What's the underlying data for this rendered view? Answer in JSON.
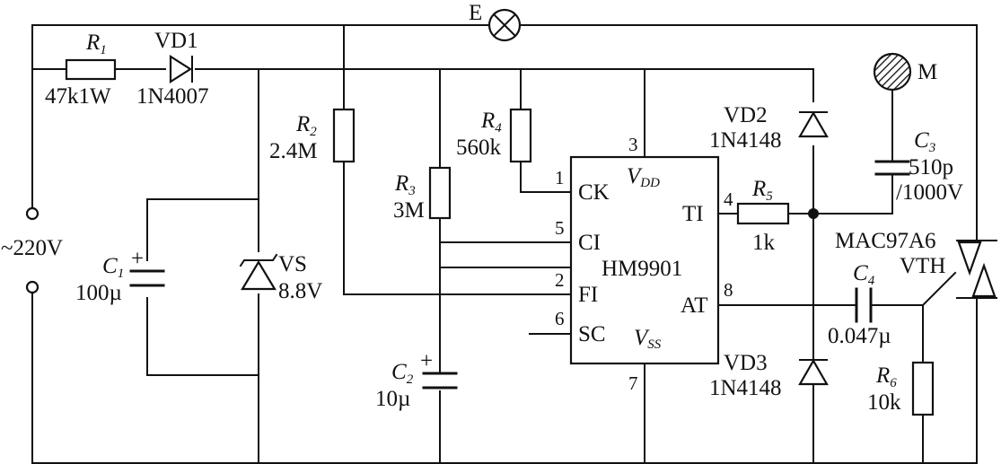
{
  "supply": {
    "label": "~220V"
  },
  "lamp": {
    "label": "E"
  },
  "touch": {
    "label": "M"
  },
  "r1": {
    "name": "R",
    "sub": "1",
    "value": "47k1W"
  },
  "vd1": {
    "name": "VD1",
    "part": "1N4007"
  },
  "r2": {
    "name": "R",
    "sub": "2",
    "value": "2.4M"
  },
  "r3": {
    "name": "R",
    "sub": "3",
    "value": "3M"
  },
  "r4": {
    "name": "R",
    "sub": "4",
    "value": "560k"
  },
  "r5": {
    "name": "R",
    "sub": "5",
    "value": "1k"
  },
  "r6": {
    "name": "R",
    "sub": "6",
    "value": "10k"
  },
  "c1": {
    "name": "C",
    "sub": "1",
    "value": "100µ"
  },
  "c2": {
    "name": "C",
    "sub": "2",
    "value": "10µ"
  },
  "c3": {
    "name": "C",
    "sub": "3",
    "value": "510p",
    "rating": "/1000V"
  },
  "c4": {
    "name": "C",
    "sub": "4",
    "value": "0.047µ"
  },
  "vs": {
    "name": "VS",
    "value": "8.8V"
  },
  "vd2": {
    "name": "VD2",
    "part": "1N4148"
  },
  "vd3": {
    "name": "VD3",
    "part": "1N4148"
  },
  "triac": {
    "part": "MAC97A6",
    "name": "VTH"
  },
  "plus": "+",
  "ic": {
    "name": "HM9901",
    "vdd": {
      "main": "V",
      "sub": "DD"
    },
    "vss": {
      "main": "V",
      "sub": "SS"
    },
    "pins": {
      "ck": {
        "num": "1",
        "label": "CK"
      },
      "fi": {
        "num": "2",
        "label": "FI"
      },
      "vdd": {
        "num": "3"
      },
      "ti": {
        "num": "4",
        "label": "TI"
      },
      "ci": {
        "num": "5",
        "label": "CI"
      },
      "sc": {
        "num": "6",
        "label": "SC"
      },
      "vss": {
        "num": "7"
      },
      "at": {
        "num": "8",
        "label": "AT"
      }
    }
  }
}
